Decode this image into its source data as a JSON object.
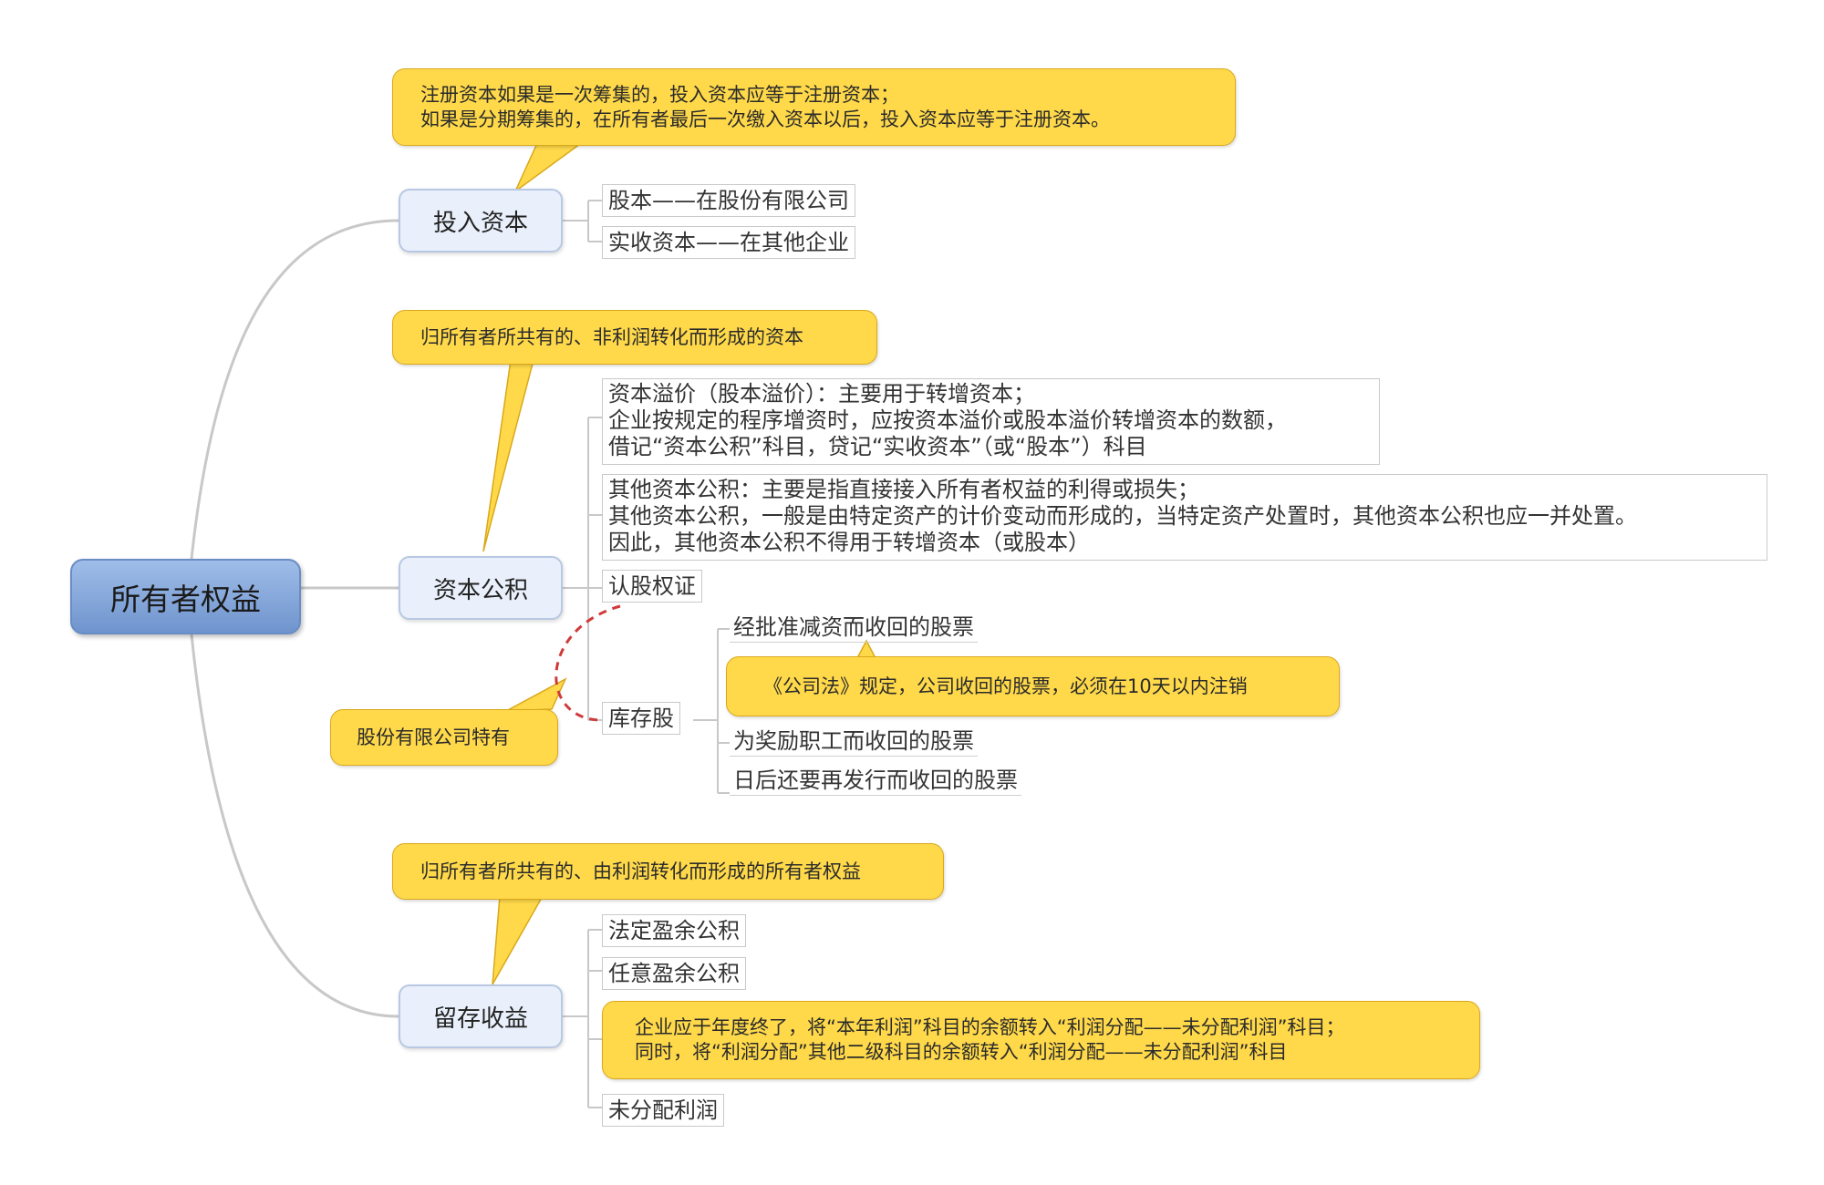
{
  "root": "所有者权益",
  "branches": {
    "invested": "投入资本",
    "capital_reserve": "资本公积",
    "retained": "留存收益"
  },
  "invested": {
    "note_lines": [
      "注册资本如果是一次筹集的，投入资本应等于注册资本；",
      "如果是分期筹集的，在所有者最后一次缴入资本以后，投入资本应等于注册资本。"
    ],
    "items": [
      "股本——在股份有限公司",
      "实收资本——在其他企业"
    ]
  },
  "capital_reserve": {
    "note": "归所有者所共有的、非利润转化而形成的资本",
    "premium": [
      "资本溢价（股本溢价）：主要用于转增资本；",
      "企业按规定的程序增资时，应按资本溢价或股本溢价转增资本的数额，",
      "借记“资本公积”科目，贷记“实收资本”（或“股本”）科目"
    ],
    "other": [
      "其他资本公积：主要是指直接接入所有者权益的利得或损失；",
      "其他资本公积，一般是由特定资产的计价变动而形成的，当特定资产处置时，其他资本公积也应一并处置。",
      "因此，其他资本公积不得用于转增资本（或股本）"
    ],
    "warrant": "认股权证",
    "treasury": "库存股",
    "treasury_note": "股份有限公司特有",
    "treasury_items": [
      "经批准减资而收回的股票",
      "为奖励职工而收回的股票",
      "日后还要再发行而收回的股票"
    ],
    "company_law_note": "《公司法》规定，公司收回的股票，必须在10天以内注销"
  },
  "retained": {
    "note": "归所有者所共有的、由利润转化而形成的所有者权益",
    "items": [
      "法定盈余公积",
      "任意盈余公积",
      "未分配利润"
    ],
    "undistributed_note": [
      "企业应于年度终了，将“本年利润”科目的余额转入“利润分配——未分配利润”科目；",
      "同时，将“利润分配”其他二级科目的余额转入“利润分配——未分配利润”科目"
    ]
  },
  "colors": {
    "root_fill": "#7fa2d8",
    "branch_fill": "#e9f0fb",
    "callout_fill": "#ffd94a",
    "dashed_link": "#d03a3a",
    "connector": "#c8c8c8"
  }
}
